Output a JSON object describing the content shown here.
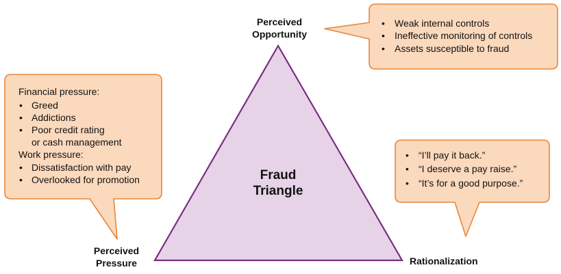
{
  "center": {
    "line1": "Fraud",
    "line2": "Triangle"
  },
  "corners": {
    "top": {
      "line1": "Perceived",
      "line2": "Opportunity"
    },
    "left": {
      "line1": "Perceived",
      "line2": "Pressure"
    },
    "right": {
      "line1": "Rationalization"
    }
  },
  "opportunity_bubble": {
    "items": [
      "Weak internal controls",
      "Ineffective monitoring of controls",
      "Assets susceptible to fraud"
    ]
  },
  "pressure_bubble": {
    "heading1": "Financial pressure:",
    "financial_items": [
      "Greed",
      "Addictions",
      "Poor credit rating"
    ],
    "financial_continuation": "or cash management",
    "heading2": "Work pressure:",
    "work_items": [
      "Dissatisfaction with pay",
      "Overlooked for promotion"
    ]
  },
  "rationalization_bubble": {
    "items": [
      "“I’ll pay it back.”",
      "“I deserve a pay raise.”",
      "“It’s for a good purpose.”"
    ]
  },
  "colors": {
    "triangle_fill": "#e6d3e8",
    "triangle_stroke": "#7a2d82",
    "bubble_fill": "#fbd9bd",
    "bubble_stroke": "#e8863a"
  }
}
